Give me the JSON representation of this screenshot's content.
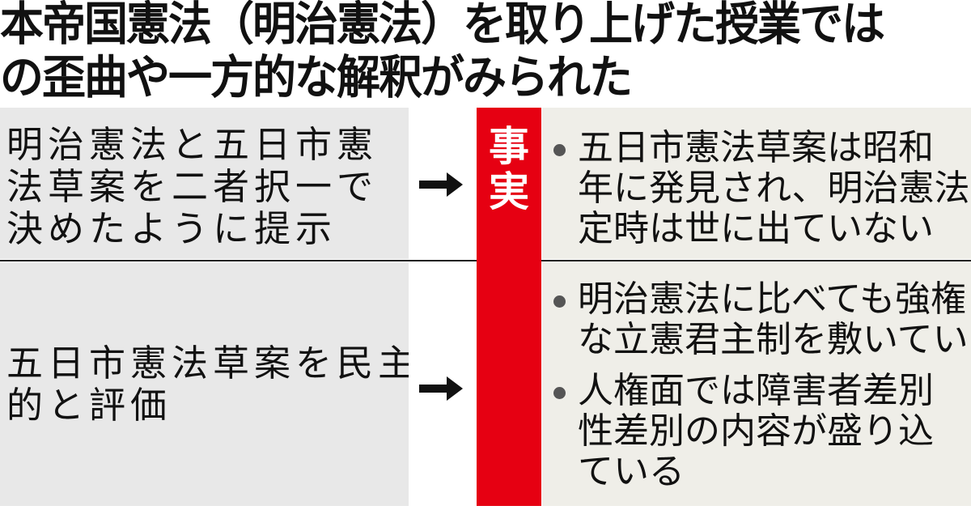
{
  "title": {
    "lines": [
      "本帝国憲法（明治憲法）を取り上げた授業では",
      "の歪曲や一方的な解釈がみられた"
    ]
  },
  "rows": [
    {
      "claim_lines": [
        "明治憲法と五日市憲",
        "法草案を二者択一で",
        "決めたように提示"
      ],
      "facts": [
        {
          "lines": [
            "五日市憲法草案は昭和",
            "年に発見され、明治憲法",
            "定時は世に出ていない"
          ]
        }
      ]
    },
    {
      "claim_lines": [
        "五日市憲法草案を民主",
        "的と評価"
      ],
      "facts": [
        {
          "lines": [
            "明治憲法に比べても強権",
            "な立憲君主制を敷いてい"
          ]
        },
        {
          "lines": [
            "人権面では障害者差別",
            "性差別の内容が盛り込",
            "ている"
          ]
        }
      ]
    }
  ],
  "fact_label": "事実",
  "colors": {
    "accent": "#e60012",
    "claim_bg": "#e8e8e8",
    "fact_bg": "#efeee8"
  },
  "icons": {
    "arrow": "arrow-right-icon",
    "bullet": "bullet-icon"
  }
}
